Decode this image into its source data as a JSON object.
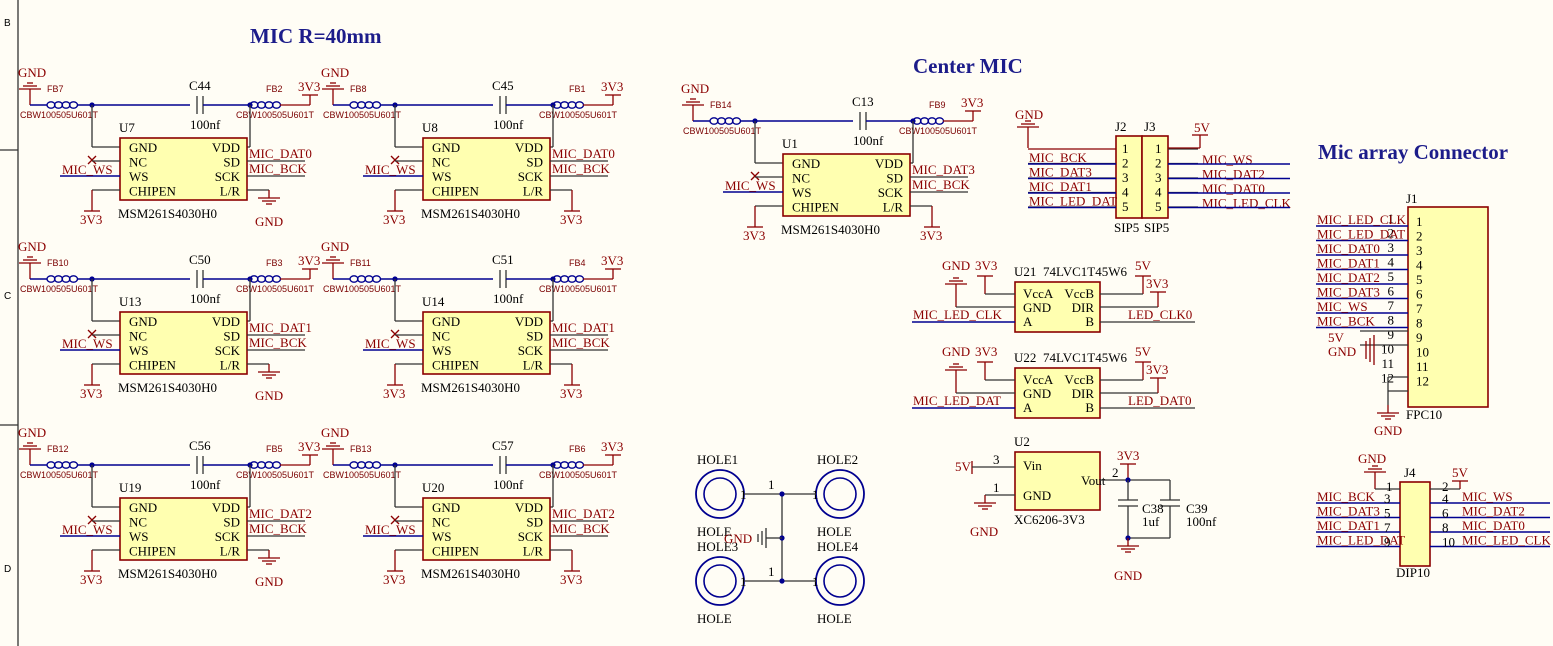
{
  "sections": {
    "mic_r40": "MIC R=40mm",
    "center_mic": "Center MIC",
    "connector": "Mic array Connector"
  },
  "zones": [
    "B",
    "C",
    "D"
  ],
  "labels": {
    "gnd": "GND",
    "v33": "3V3",
    "v5": "5V",
    "nf100": "100nf",
    "cbw": "CBW100505U601T",
    "mic_part": "MSM261S4030H0",
    "mic_ws": "MIC_WS",
    "mic_bck": "MIC_BCK",
    "mic_dat0": "MIC_DAT0",
    "mic_dat1": "MIC_DAT1",
    "mic_dat2": "MIC_DAT2",
    "mic_dat3": "MIC_DAT3",
    "mic_led_clk": "MIC_LED_CLK",
    "mic_led_dat": "MIC_LED_DAT",
    "led_clk0": "LED_CLK0",
    "led_dat0": "LED_DAT0",
    "hole": "HOLE",
    "pin_gnd": "GND",
    "pin_vdd": "VDD",
    "pin_nc": "NC",
    "pin_sd": "SD",
    "pin_ws": "WS",
    "pin_sck": "SCK",
    "pin_chipen": "CHIPEN",
    "pin_lr": "L/R"
  },
  "mics": [
    {
      "ref": "U7",
      "cap": "C44",
      "fbl": "FB7",
      "fbr": "FB2",
      "dat": "MIC_DAT0",
      "rgnd": true
    },
    {
      "ref": "U8",
      "cap": "C45",
      "fbl": "FB8",
      "fbr": "FB1",
      "dat": "MIC_DAT0",
      "rgnd": false
    },
    {
      "ref": "U13",
      "cap": "C50",
      "fbl": "FB10",
      "fbr": "FB3",
      "dat": "MIC_DAT1",
      "rgnd": true
    },
    {
      "ref": "U14",
      "cap": "C51",
      "fbl": "FB11",
      "fbr": "FB4",
      "dat": "MIC_DAT1",
      "rgnd": false
    },
    {
      "ref": "U19",
      "cap": "C56",
      "fbl": "FB12",
      "fbr": "FB5",
      "dat": "MIC_DAT2",
      "rgnd": true
    },
    {
      "ref": "U20",
      "cap": "C57",
      "fbl": "FB13",
      "fbr": "FB6",
      "dat": "MIC_DAT2",
      "rgnd": false
    },
    {
      "ref": "U1",
      "cap": "C13",
      "fbl": "FB14",
      "fbr": "FB9",
      "dat": "MIC_DAT3",
      "rgnd": false
    }
  ],
  "sip": {
    "j2": "J2",
    "j3": "J3",
    "type": "SIP5",
    "left": [
      "MIC_BCK",
      "MIC_DAT3",
      "MIC_DAT1",
      "MIC_LED_DAT"
    ],
    "right": [
      "MIC_WS",
      "MIC_DAT2",
      "MIC_DAT0",
      "MIC_LED_CLK"
    ],
    "pins": [
      "1",
      "2",
      "3",
      "4",
      "5"
    ]
  },
  "buffers": [
    {
      "ref": "U21",
      "part": "74LVC1T45W6",
      "in": "MIC_LED_CLK",
      "out": "LED_CLK0"
    },
    {
      "ref": "U22",
      "part": "74LVC1T45W6",
      "in": "MIC_LED_DAT",
      "out": "LED_DAT0"
    }
  ],
  "buf_pins": {
    "vcca": "VccA",
    "vccb": "VccB",
    "gnd": "GND",
    "dir": "DIR",
    "a": "A",
    "b": "B"
  },
  "ldo": {
    "ref": "U2",
    "part": "XC6206-3V3",
    "vin": "Vin",
    "vout": "Vout",
    "gnd": "GND",
    "p3": "3",
    "p2": "2",
    "p1": "1",
    "c38": "C38",
    "c38v": "1uf",
    "c39": "C39",
    "c39v": "100nf"
  },
  "holes": [
    "HOLE1",
    "HOLE2",
    "HOLE3",
    "HOLE4"
  ],
  "fpc": {
    "ref": "J1",
    "part": "FPC10",
    "nets": [
      "MIC_LED_CLK",
      "MIC_LED_DAT",
      "MIC_DAT0",
      "MIC_DAT1",
      "MIC_DAT2",
      "MIC_DAT3",
      "MIC_WS",
      "MIC_BCK",
      "",
      "",
      "",
      ""
    ],
    "pins": [
      "1",
      "2",
      "3",
      "4",
      "5",
      "6",
      "7",
      "8",
      "9",
      "10",
      "11",
      "12"
    ]
  },
  "dip": {
    "ref": "J4",
    "part": "DIP10",
    "left": [
      "MIC_BCK",
      "MIC_DAT3",
      "MIC_DAT1",
      "MIC_LED_DAT"
    ],
    "lpins": [
      "3",
      "5",
      "7",
      "9"
    ],
    "right": [
      "MIC_WS",
      "MIC_DAT2",
      "MIC_DAT0",
      "MIC_LED_CLK"
    ],
    "rpins": [
      "4",
      "6",
      "8",
      "10"
    ],
    "top_l": "1",
    "top_r": "2"
  }
}
